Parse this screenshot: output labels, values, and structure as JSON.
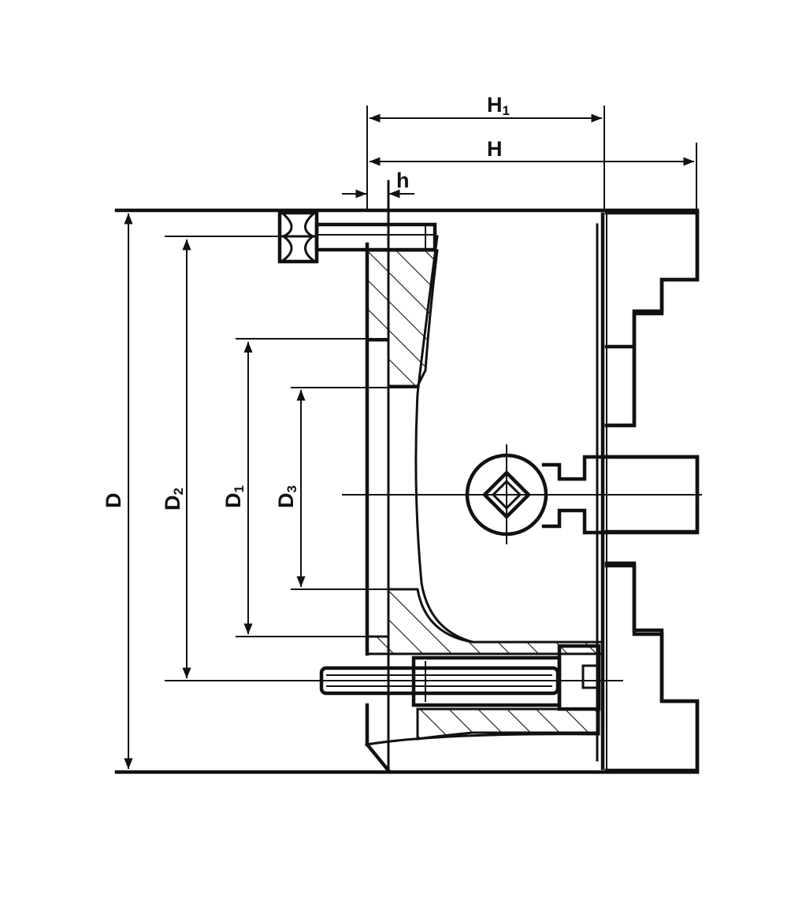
{
  "labels": {
    "H1": {
      "main": "H",
      "sub": "1"
    },
    "H": {
      "main": "H"
    },
    "h": {
      "main": "h"
    },
    "D": {
      "main": "D"
    },
    "D2": {
      "main": "D",
      "sub": "2"
    },
    "D1": {
      "main": "D",
      "sub": "1"
    },
    "D3": {
      "main": "D",
      "sub": "3"
    }
  }
}
